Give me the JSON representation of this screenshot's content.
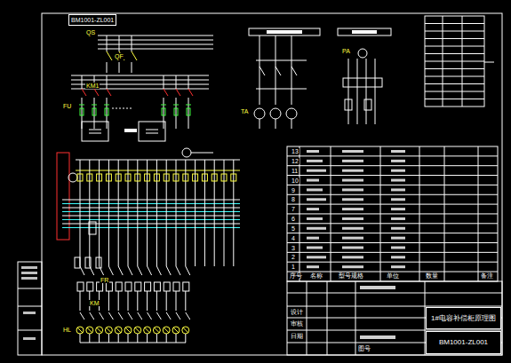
{
  "diagram": {
    "title": "1#电容补偿柜原理图",
    "nodes": [
      {
        "text": [
          "BM1001-ZL001"
        ]
      },
      {
        "text": [
          "1#电容补偿柜原理图"
        ]
      },
      {
        "text": [
          "BM1001-ZL001"
        ]
      }
    ],
    "labels": [
      "QS",
      "FU",
      "KM1",
      "QF",
      "TA",
      "PA",
      "KM",
      "HL",
      "FR",
      "序号",
      "名称",
      "型号规格",
      "单位",
      "数量",
      "备注",
      "1",
      "2",
      "3",
      "4",
      "5",
      "6",
      "7",
      "8",
      "9",
      "10",
      "11",
      "12",
      "13",
      "设计",
      "审核",
      "日期",
      "图号"
    ]
  }
}
